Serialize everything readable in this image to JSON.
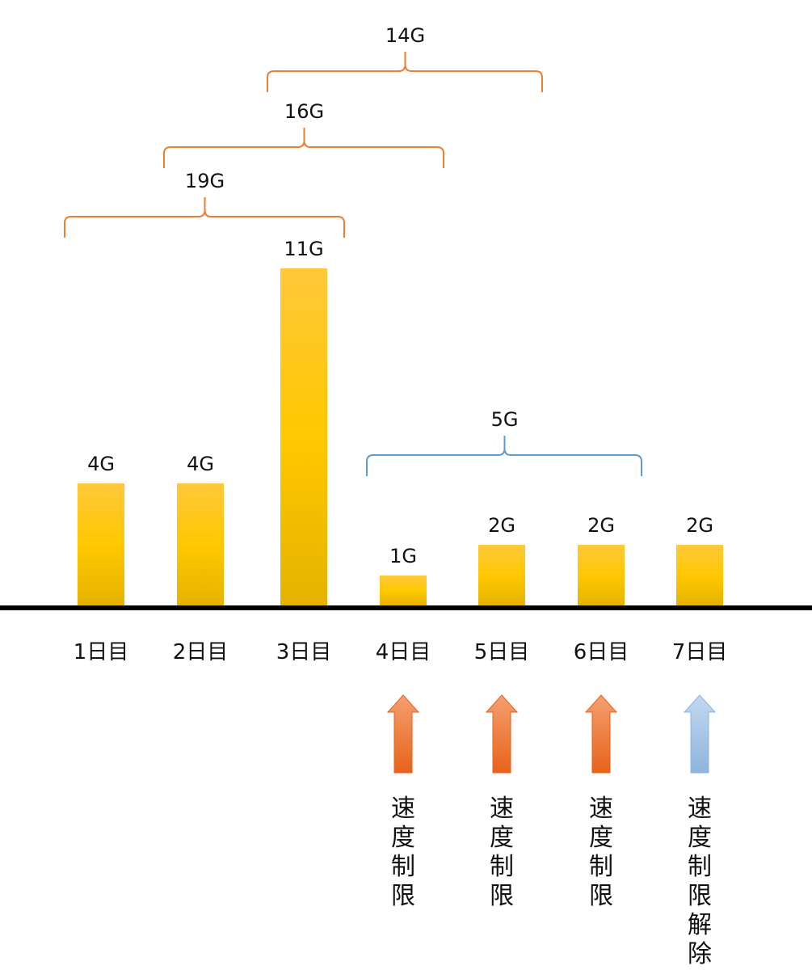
{
  "chart_data": {
    "type": "bar",
    "categories": [
      "1日目",
      "2日目",
      "3日目",
      "4日目",
      "5日目",
      "6日目",
      "7日目"
    ],
    "values": [
      4,
      4,
      11,
      1,
      2,
      2,
      2
    ],
    "value_labels": [
      "4G",
      "4G",
      "11G",
      "1G",
      "2G",
      "2G",
      "2G"
    ],
    "ylim": [
      0,
      11
    ],
    "grid": false,
    "legend": "none",
    "bar_gradient": [
      "#FFC83A",
      "#FFC800",
      "#E5B200"
    ],
    "brackets": [
      {
        "label": "19G",
        "from": 0,
        "to": 2,
        "color": "#ED7D31"
      },
      {
        "label": "16G",
        "from": 1,
        "to": 3,
        "color": "#ED7D31"
      },
      {
        "label": "14G",
        "from": 2,
        "to": 4,
        "color": "#ED7D31"
      },
      {
        "label": "5G",
        "from": 3,
        "to": 5,
        "color": "#5B9BD5"
      }
    ],
    "status_arrows": [
      {
        "day": 3,
        "text": "速度制限",
        "colors": [
          "#F4A070",
          "#E8621A"
        ]
      },
      {
        "day": 4,
        "text": "速度制限",
        "colors": [
          "#F4A070",
          "#E8621A"
        ]
      },
      {
        "day": 5,
        "text": "速度制限",
        "colors": [
          "#F4A070",
          "#E8621A"
        ]
      },
      {
        "day": 6,
        "text": "速度制限解除",
        "colors": [
          "#C2D8EE",
          "#8FB4DE"
        ]
      }
    ]
  }
}
